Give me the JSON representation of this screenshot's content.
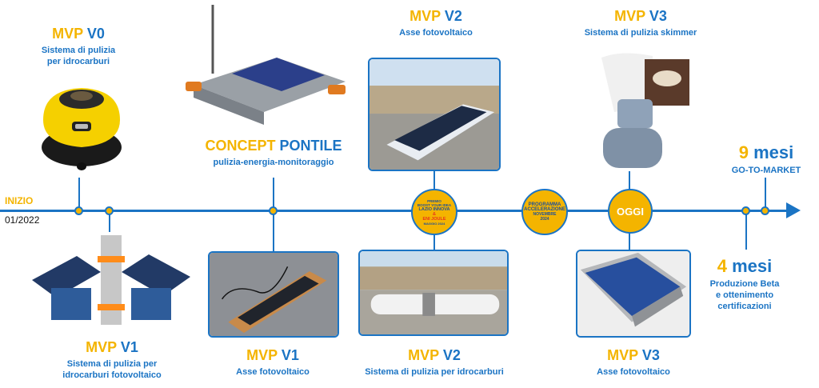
{
  "start": {
    "label": "INIZIO",
    "date": "01/2022"
  },
  "milestones": {
    "v0": {
      "prefix": "MVP",
      "version": "V0",
      "desc": [
        "Sistema di pulizia",
        "per idrocarburi"
      ]
    },
    "v1_device": {
      "prefix": "MVP",
      "version": "V1",
      "desc": [
        "Sistema di pulizia per",
        "idrocarburi fotovoltaico"
      ]
    },
    "concept": {
      "prefix": "CONCEPT",
      "version": "PONTILE",
      "desc": [
        "pulizia-energia-monitoraggio"
      ]
    },
    "v1_axis": {
      "prefix": "MVP",
      "version": "V1",
      "desc": [
        "Asse fotovoltaico"
      ]
    },
    "v2_axis": {
      "prefix": "MVP",
      "version": "V2",
      "desc": [
        "Asse fotovoltaico"
      ]
    },
    "v2_cleaning": {
      "prefix": "MVP",
      "version": "V2",
      "desc": [
        "Sistema di pulizia per idrocarburi"
      ]
    },
    "v3_skimmer": {
      "prefix": "MVP",
      "version": "V3",
      "desc": [
        "Sistema di pulizia skimmer"
      ]
    },
    "v3_axis": {
      "prefix": "MVP",
      "version": "V3",
      "desc": [
        "Asse fotovoltaico"
      ]
    },
    "beta": {
      "months": "4",
      "unit": "mesi",
      "desc": [
        "Produzione Beta",
        "e ottenimento",
        "certificazioni"
      ]
    },
    "gtm": {
      "months": "9",
      "unit": "mesi",
      "desc": [
        "GO-TO-MARKET"
      ]
    }
  },
  "badges": {
    "prizes": {
      "lines": [
        "PREMIO",
        "BOOST YOUR IDEA",
        "LAZIO INNOVA",
        "&",
        "ENI JOULE",
        "MAGGIO 2024"
      ]
    },
    "program": {
      "lines": [
        "PROGRAMMA",
        "ACCELERAZIONE",
        "NOVEMBRE",
        "2024"
      ]
    },
    "today": {
      "label": "OGGI"
    }
  },
  "colors": {
    "blue": "#1b74c4",
    "yellow": "#f4b400",
    "red": "#e8341c"
  }
}
